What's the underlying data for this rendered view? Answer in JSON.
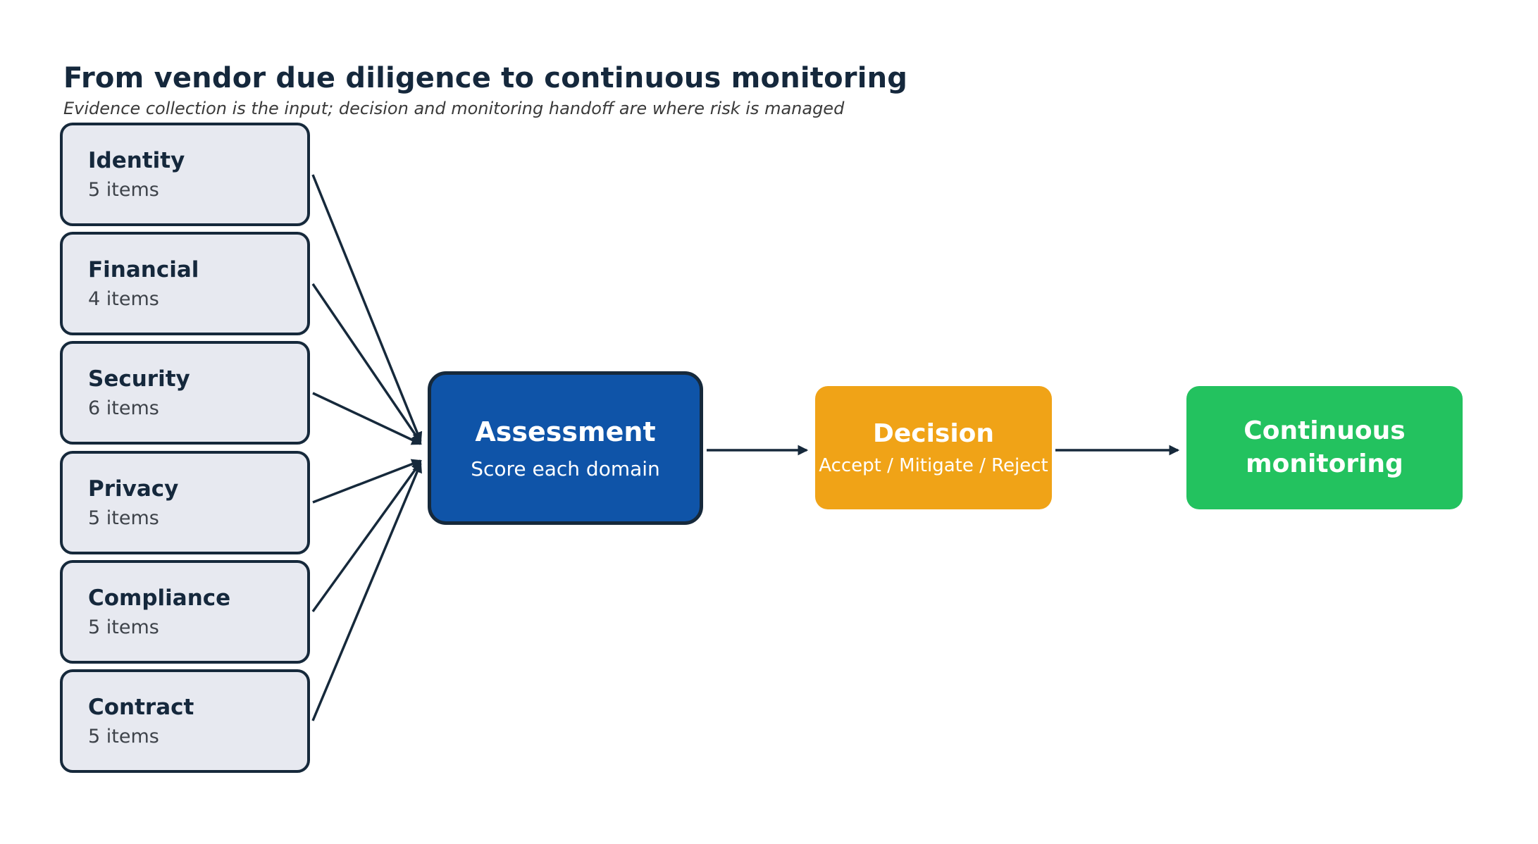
{
  "header": {
    "title": "From vendor due diligence to continuous monitoring",
    "subtitle": "Evidence collection is the input; decision and monitoring handoff are where risk is managed"
  },
  "sources": [
    {
      "label": "Identity",
      "count": "5 items"
    },
    {
      "label": "Financial",
      "count": "4 items"
    },
    {
      "label": "Security",
      "count": "6 items"
    },
    {
      "label": "Privacy",
      "count": "5 items"
    },
    {
      "label": "Compliance",
      "count": "5 items"
    },
    {
      "label": "Contract",
      "count": "5 items"
    }
  ],
  "stages": {
    "assessment": {
      "label": "Assessment",
      "sublabel": "Score each domain"
    },
    "decision": {
      "label": "Decision",
      "sublabel": "Accept / Mitigate / Reject"
    },
    "monitoring": {
      "label": "Continuous monitoring"
    }
  },
  "colors": {
    "ink": "#16293b",
    "title": "#15283c",
    "muted_text": "#3e434a",
    "source_fill": "#e7e9f0",
    "assessment_blue": "#0f54a8",
    "decision_orange": "#f0a317",
    "monitoring_green": "#23c25f"
  }
}
